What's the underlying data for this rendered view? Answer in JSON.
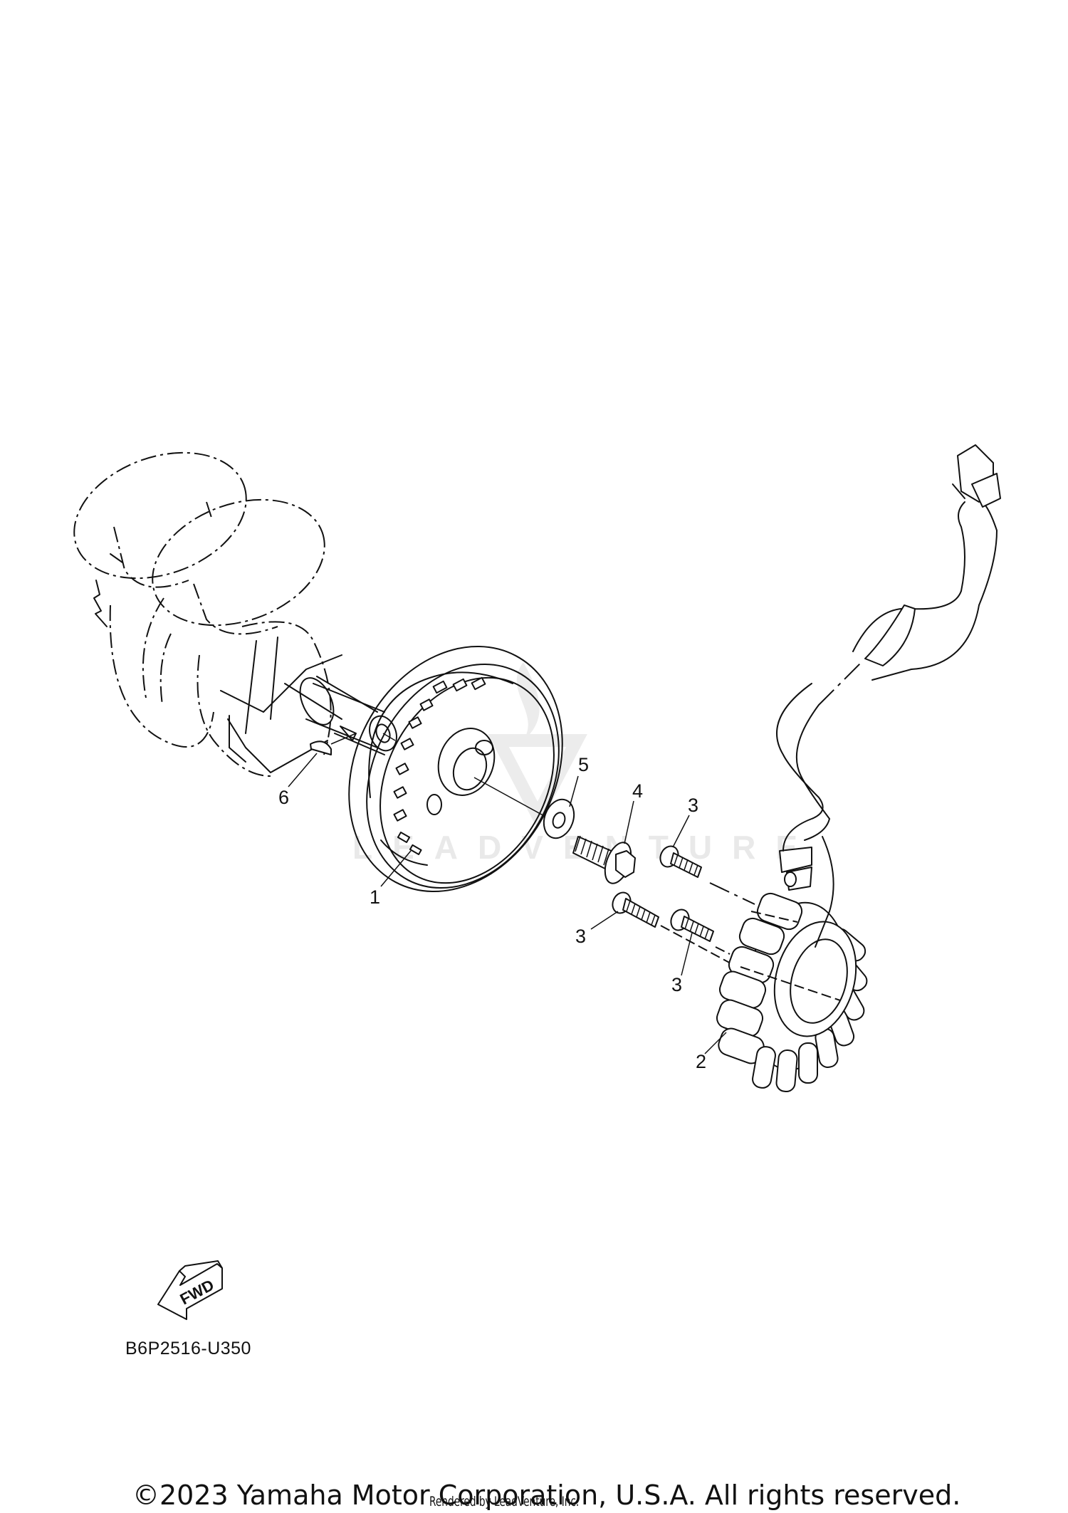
{
  "diagram": {
    "type": "exploded-parts-diagram",
    "subject": "Generator (flywheel rotor, stator assembly, crankshaft)",
    "diagram_code": "B6P2516-U350",
    "direction_indicator": "FWD",
    "watermark": "LEADVENTURE",
    "callouts": [
      {
        "id": "1",
        "label": "1",
        "part": "rotor-flywheel"
      },
      {
        "id": "2",
        "label": "2",
        "part": "stator-assembly"
      },
      {
        "id": "3a",
        "label": "3",
        "part": "bolt-upper"
      },
      {
        "id": "3b",
        "label": "3",
        "part": "bolt-lower-left"
      },
      {
        "id": "3c",
        "label": "3",
        "part": "bolt-lower-right"
      },
      {
        "id": "4",
        "label": "4",
        "part": "flange-bolt"
      },
      {
        "id": "5",
        "label": "5",
        "part": "washer"
      },
      {
        "id": "6",
        "label": "6",
        "part": "woodruff-key"
      }
    ]
  },
  "footer": {
    "copyright": "©2023 Yamaha Motor Corporation, U.S.A. All rights reserved.",
    "rendered_by": "Rendered by LeadVenture, Inc."
  },
  "colors": {
    "line": "#111111",
    "background": "#ffffff",
    "watermark": "#e9e9e9"
  }
}
